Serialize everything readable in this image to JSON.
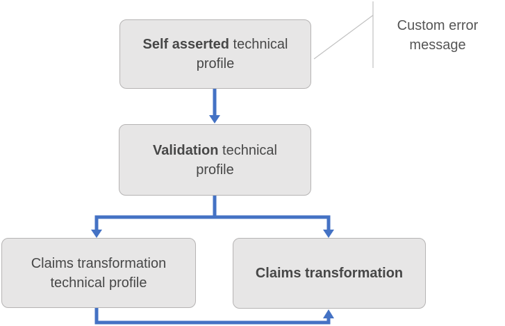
{
  "colors": {
    "arrow": "#4472c4",
    "box_fill": "#e7e6e6",
    "box_border": "#b5b3b3",
    "box_text": "#474747",
    "callout_text": "#555555",
    "callout_line": "#c0c0c0"
  },
  "boxes": [
    {
      "id": "self-asserted",
      "bold": "Self asserted",
      "rest": " technical\nprofile"
    },
    {
      "id": "validation",
      "bold": "Validation",
      "rest": " technical\nprofile"
    },
    {
      "id": "claims-transformation-technical-profile",
      "bold": "",
      "rest": "Claims transformation\ntechnical profile"
    },
    {
      "id": "claims-transformation",
      "bold": "Claims transformation",
      "rest": ""
    }
  ],
  "callout": {
    "text": "Custom error\nmessage"
  }
}
